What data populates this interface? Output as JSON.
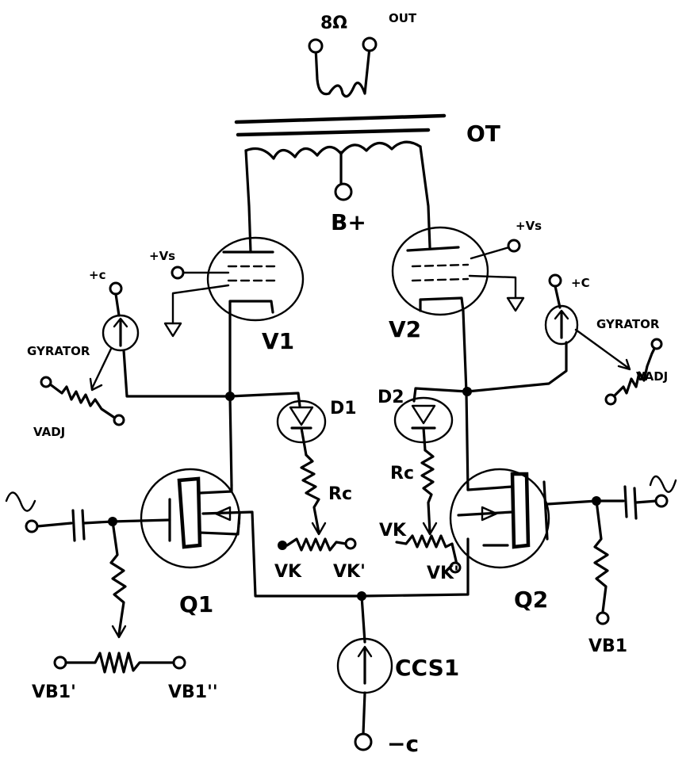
{
  "output": {
    "impedance": "8Ω",
    "out_label": "OUT"
  },
  "transformer": {
    "label": "OT"
  },
  "supply": {
    "bplus": "B+",
    "vs_left": "+Vs",
    "vs_right": "+Vs",
    "plus_c_left": "+c",
    "plus_c_right": "+C",
    "minus_c": "−c"
  },
  "tubes": {
    "v1": "V1",
    "v2": "V2"
  },
  "gyrators": {
    "left_label": "GYRATOR",
    "right_label": "GYRATOR",
    "left_adj": "VADJ",
    "right_adj": "VADJ"
  },
  "diodes": {
    "d1": "D1",
    "d2": "D2"
  },
  "resistors": {
    "rc_left": "Rc",
    "rc_right": "Rc"
  },
  "pots": {
    "vk_left": "VK",
    "vk1_left": "VK'",
    "vk_right": "VK",
    "vk1_right": "VK'"
  },
  "mosfets": {
    "q1": "Q1",
    "q2": "Q2"
  },
  "bias": {
    "vb1_prime": "VB1'",
    "vb1_dprime": "VB1''",
    "vb1_right": "VB1"
  },
  "ccs": {
    "label": "CCS1"
  },
  "signal": {
    "input_symbol": "∿",
    "output_symbol": "∿"
  }
}
